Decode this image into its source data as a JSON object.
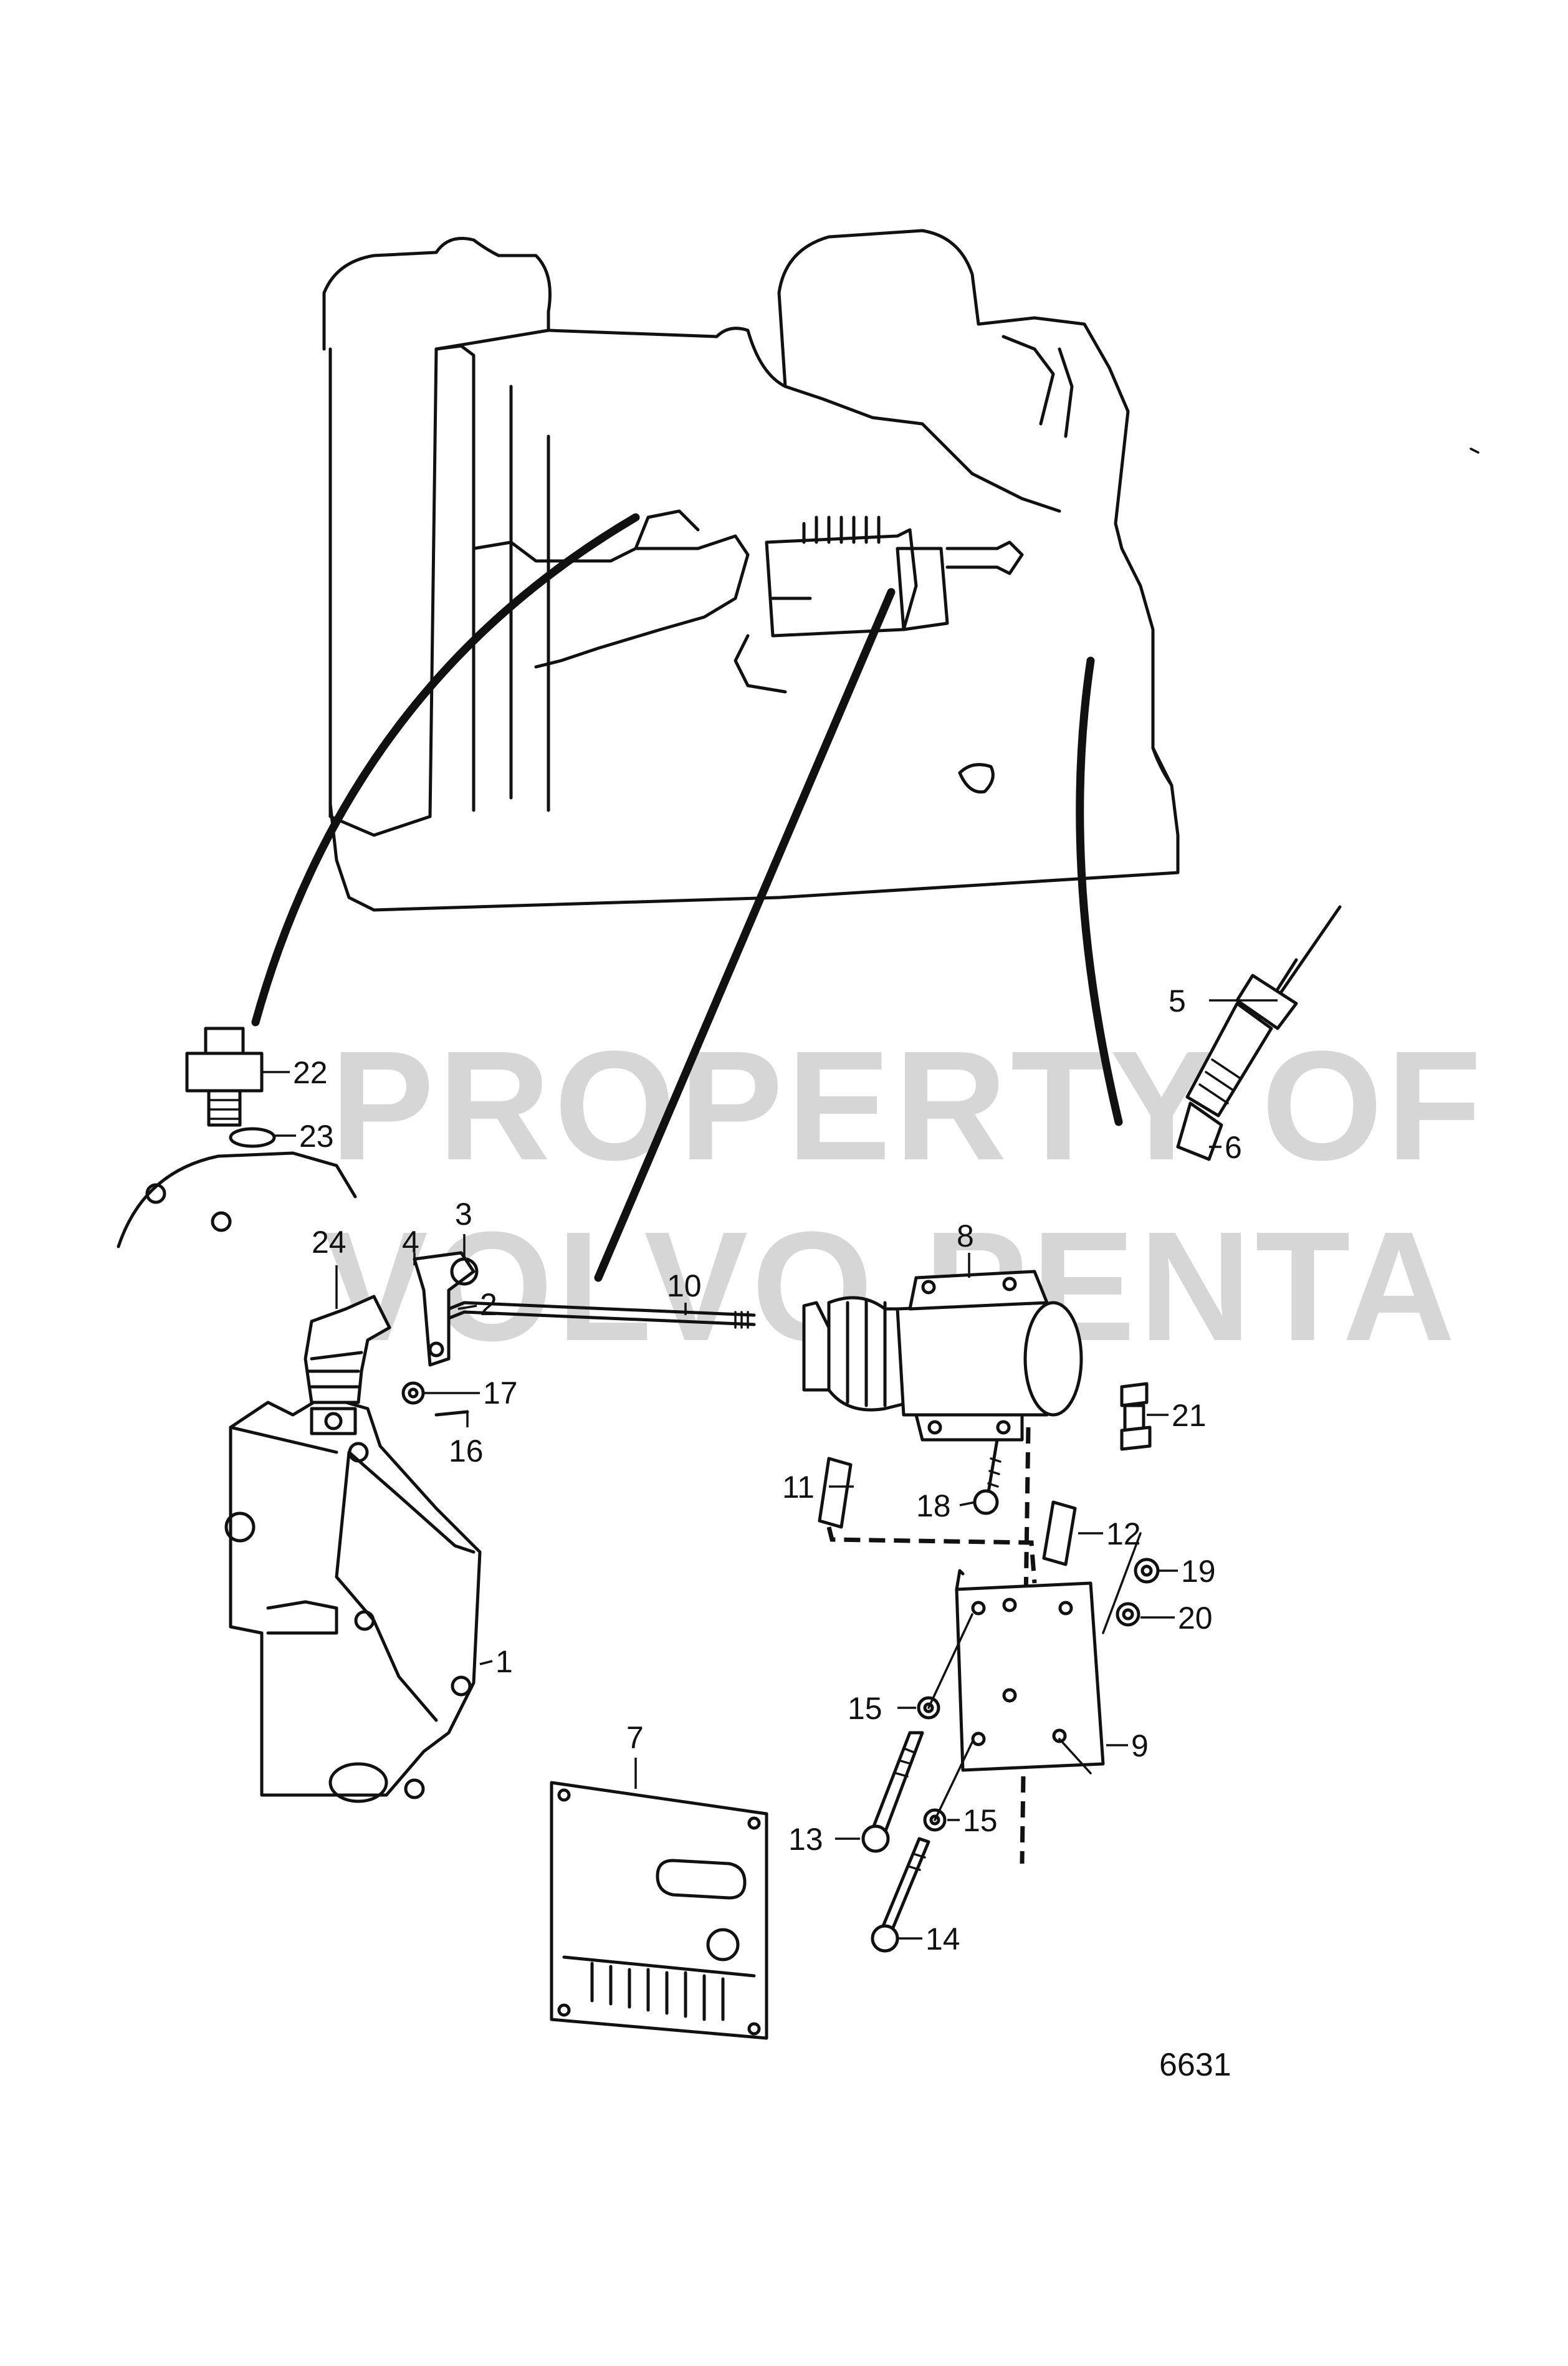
{
  "watermark": {
    "line1": "PROPERTY OF",
    "line2": "VOLVO PENTA"
  },
  "figure_number": "6631",
  "callouts": {
    "c1": "1",
    "c2": "2",
    "c3": "3",
    "c4": "4",
    "c5": "5",
    "c6": "6",
    "c7": "7",
    "c8": "8",
    "c9": "9",
    "c10": "10",
    "c11": "11",
    "c12": "12",
    "c13": "13",
    "c14": "14",
    "c15a": "15",
    "c15b": "15",
    "c16": "16",
    "c17": "17",
    "c18": "18",
    "c19": "19",
    "c20": "20",
    "c21": "21",
    "c22": "22",
    "c23": "23",
    "c24": "24"
  }
}
